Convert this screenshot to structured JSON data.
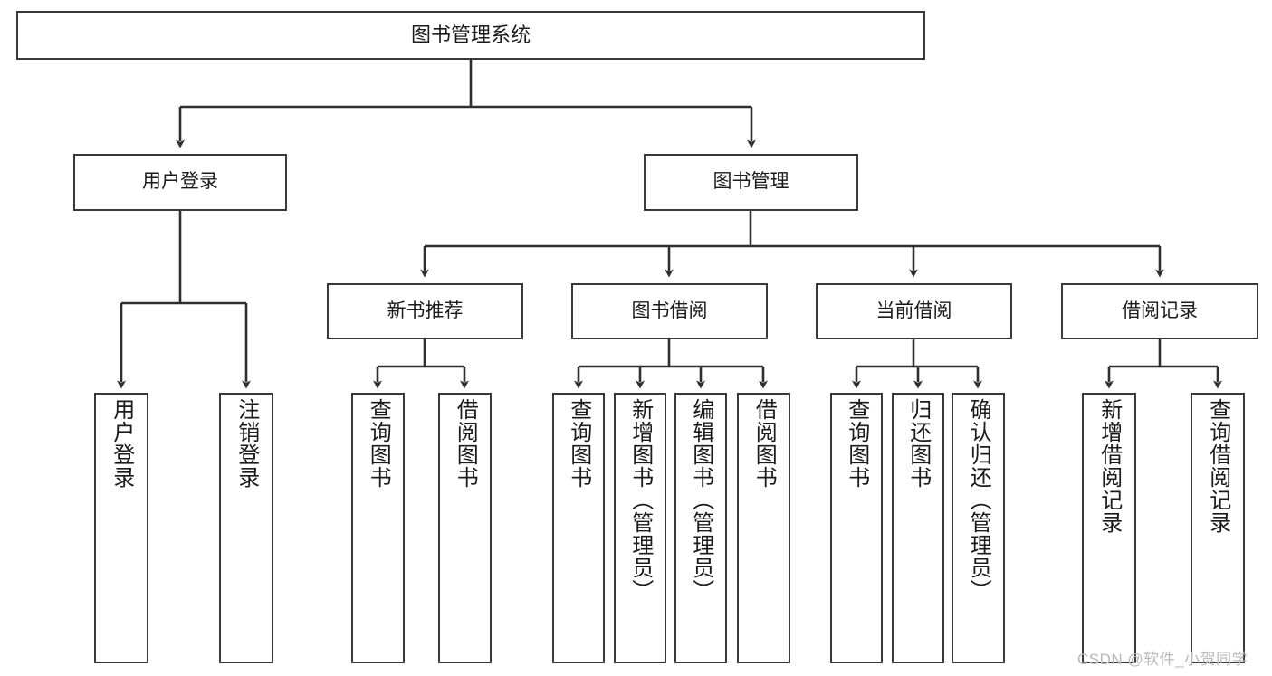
{
  "diagram": {
    "title": "图书管理系统",
    "type": "functional-structure-tree",
    "colors": {
      "box_border": "#3a3a3a",
      "box_fill": "#ffffff",
      "edge": "#2f2f2f",
      "text": "#1b1b1b",
      "watermark": "#b9b9b9",
      "background": "#ffffff"
    },
    "levels": {
      "root": {
        "label": "图书管理系统"
      },
      "level2": [
        {
          "id": "user-login",
          "label": "用户登录"
        },
        {
          "id": "book-manage",
          "label": "图书管理"
        }
      ],
      "level3": [
        {
          "id": "new-book-recommend",
          "label": "新书推荐"
        },
        {
          "id": "book-borrow",
          "label": "图书借阅"
        },
        {
          "id": "current-borrow",
          "label": "当前借阅"
        },
        {
          "id": "borrow-record",
          "label": "借阅记录"
        }
      ],
      "leaves": [
        {
          "id": "leaf-user-login",
          "label": "用户登录",
          "parent": "user-login"
        },
        {
          "id": "leaf-logout",
          "label": "注销登录",
          "parent": "user-login"
        },
        {
          "id": "leaf-query-book-1",
          "label": "查询图书",
          "parent": "new-book-recommend"
        },
        {
          "id": "leaf-borrow-book-1",
          "label": "借阅图书",
          "parent": "new-book-recommend"
        },
        {
          "id": "leaf-query-book-2",
          "label": "查询图书",
          "parent": "book-borrow"
        },
        {
          "id": "leaf-add-book",
          "label": "新增图书（管理员）",
          "parent": "book-borrow"
        },
        {
          "id": "leaf-edit-book",
          "label": "编辑图书（管理员）",
          "parent": "book-borrow"
        },
        {
          "id": "leaf-borrow-book-2",
          "label": "借阅图书",
          "parent": "book-borrow"
        },
        {
          "id": "leaf-query-book-3",
          "label": "查询图书",
          "parent": "current-borrow"
        },
        {
          "id": "leaf-return-book",
          "label": "归还图书",
          "parent": "current-borrow"
        },
        {
          "id": "leaf-confirm-return",
          "label": "确认归还（管理员）",
          "parent": "current-borrow"
        },
        {
          "id": "leaf-add-record",
          "label": "新增借阅记录",
          "parent": "borrow-record"
        },
        {
          "id": "leaf-query-record",
          "label": "查询借阅记录",
          "parent": "borrow-record"
        }
      ]
    },
    "watermark": "CSDN @软件_小贺同学"
  }
}
